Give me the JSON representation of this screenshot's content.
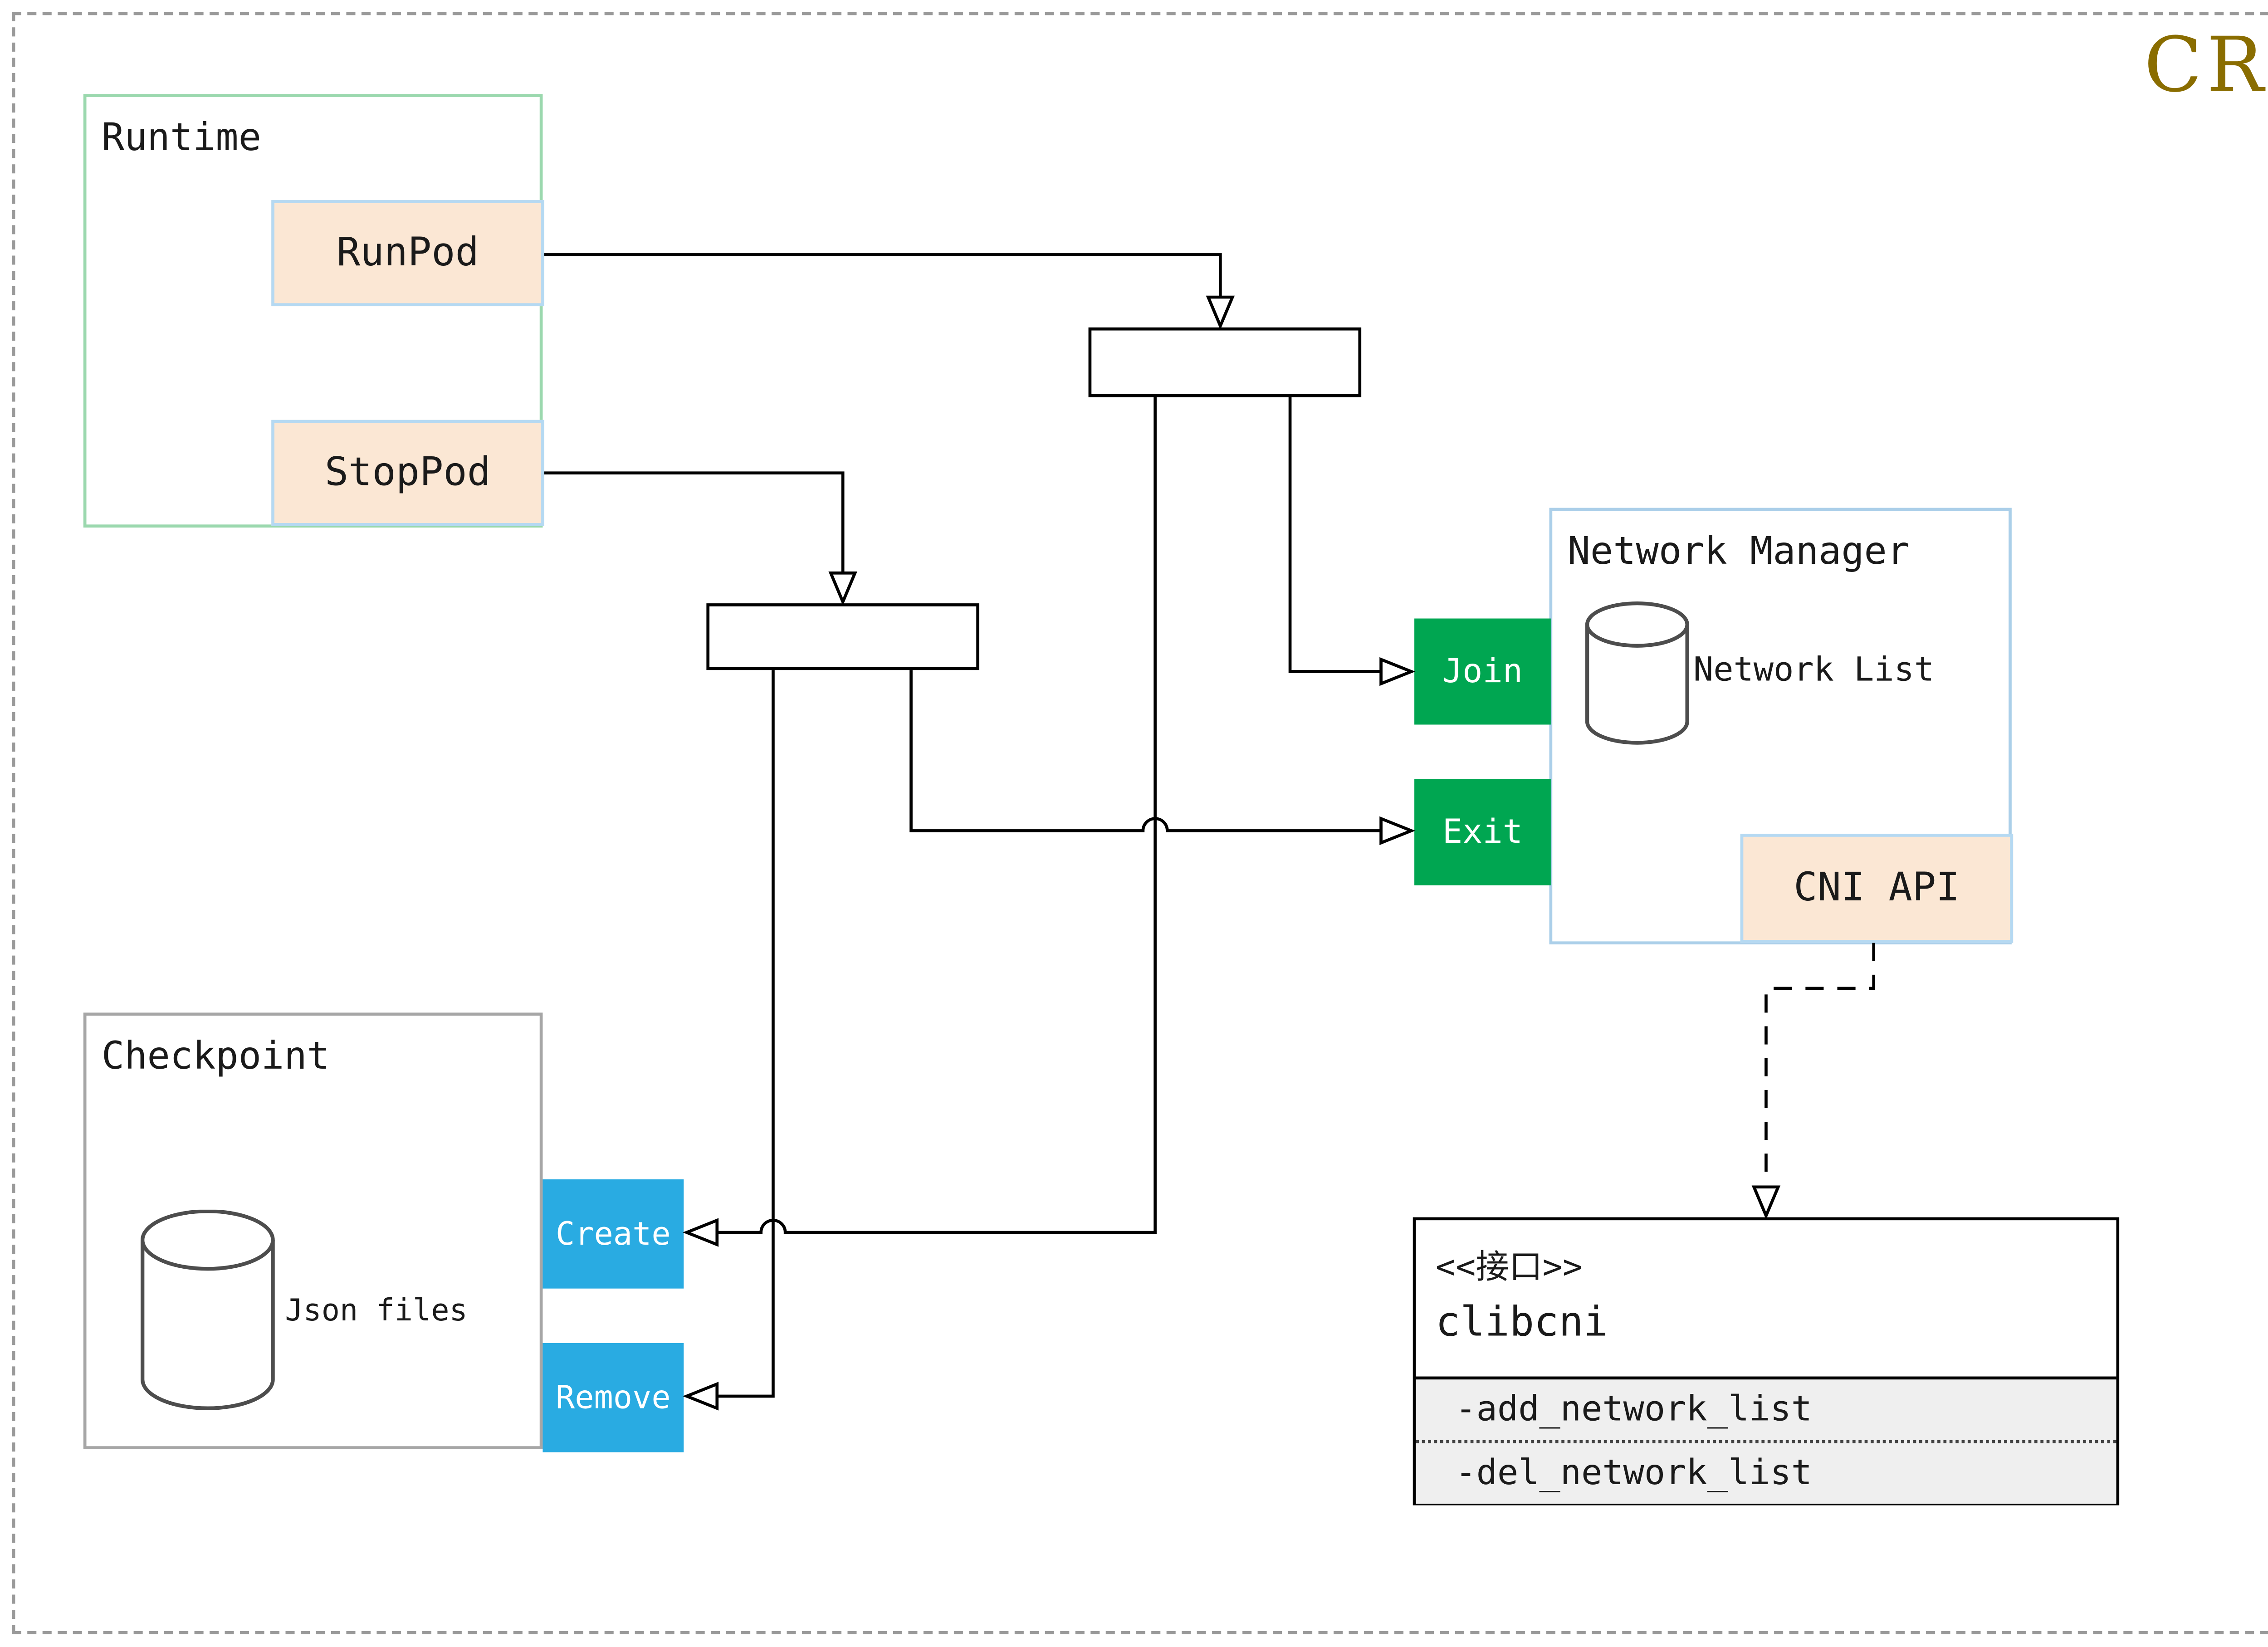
{
  "diagram": {
    "title": "CRI"
  },
  "runtime": {
    "title": "Runtime",
    "runpod": "RunPod",
    "stoppod": "StopPod"
  },
  "checkpoint": {
    "title": "Checkpoint",
    "database_label": "Json files",
    "create": "Create",
    "remove": "Remove"
  },
  "network_manager": {
    "title": "Network Manager",
    "database_label": "Network List",
    "join": "Join",
    "exit": "Exit",
    "cni_api": "CNI API"
  },
  "clibcni": {
    "stereotype": "<<接口>>",
    "name": "clibcni",
    "methods": [
      "-add_network_list",
      "-del_network_list"
    ]
  },
  "colors": {
    "title_gold": "#8a6d00",
    "green_button": "#00a651",
    "blue_button": "#29abe2",
    "peach_fill": "#fbe7d4",
    "peach_border": "#b5d9f2",
    "runtime_border": "#9bd8ae",
    "network_manager_border": "#abcfe9",
    "checkpoint_border": "#a6a6a6",
    "method_row_fill": "#efefef",
    "connector": "#000000"
  }
}
